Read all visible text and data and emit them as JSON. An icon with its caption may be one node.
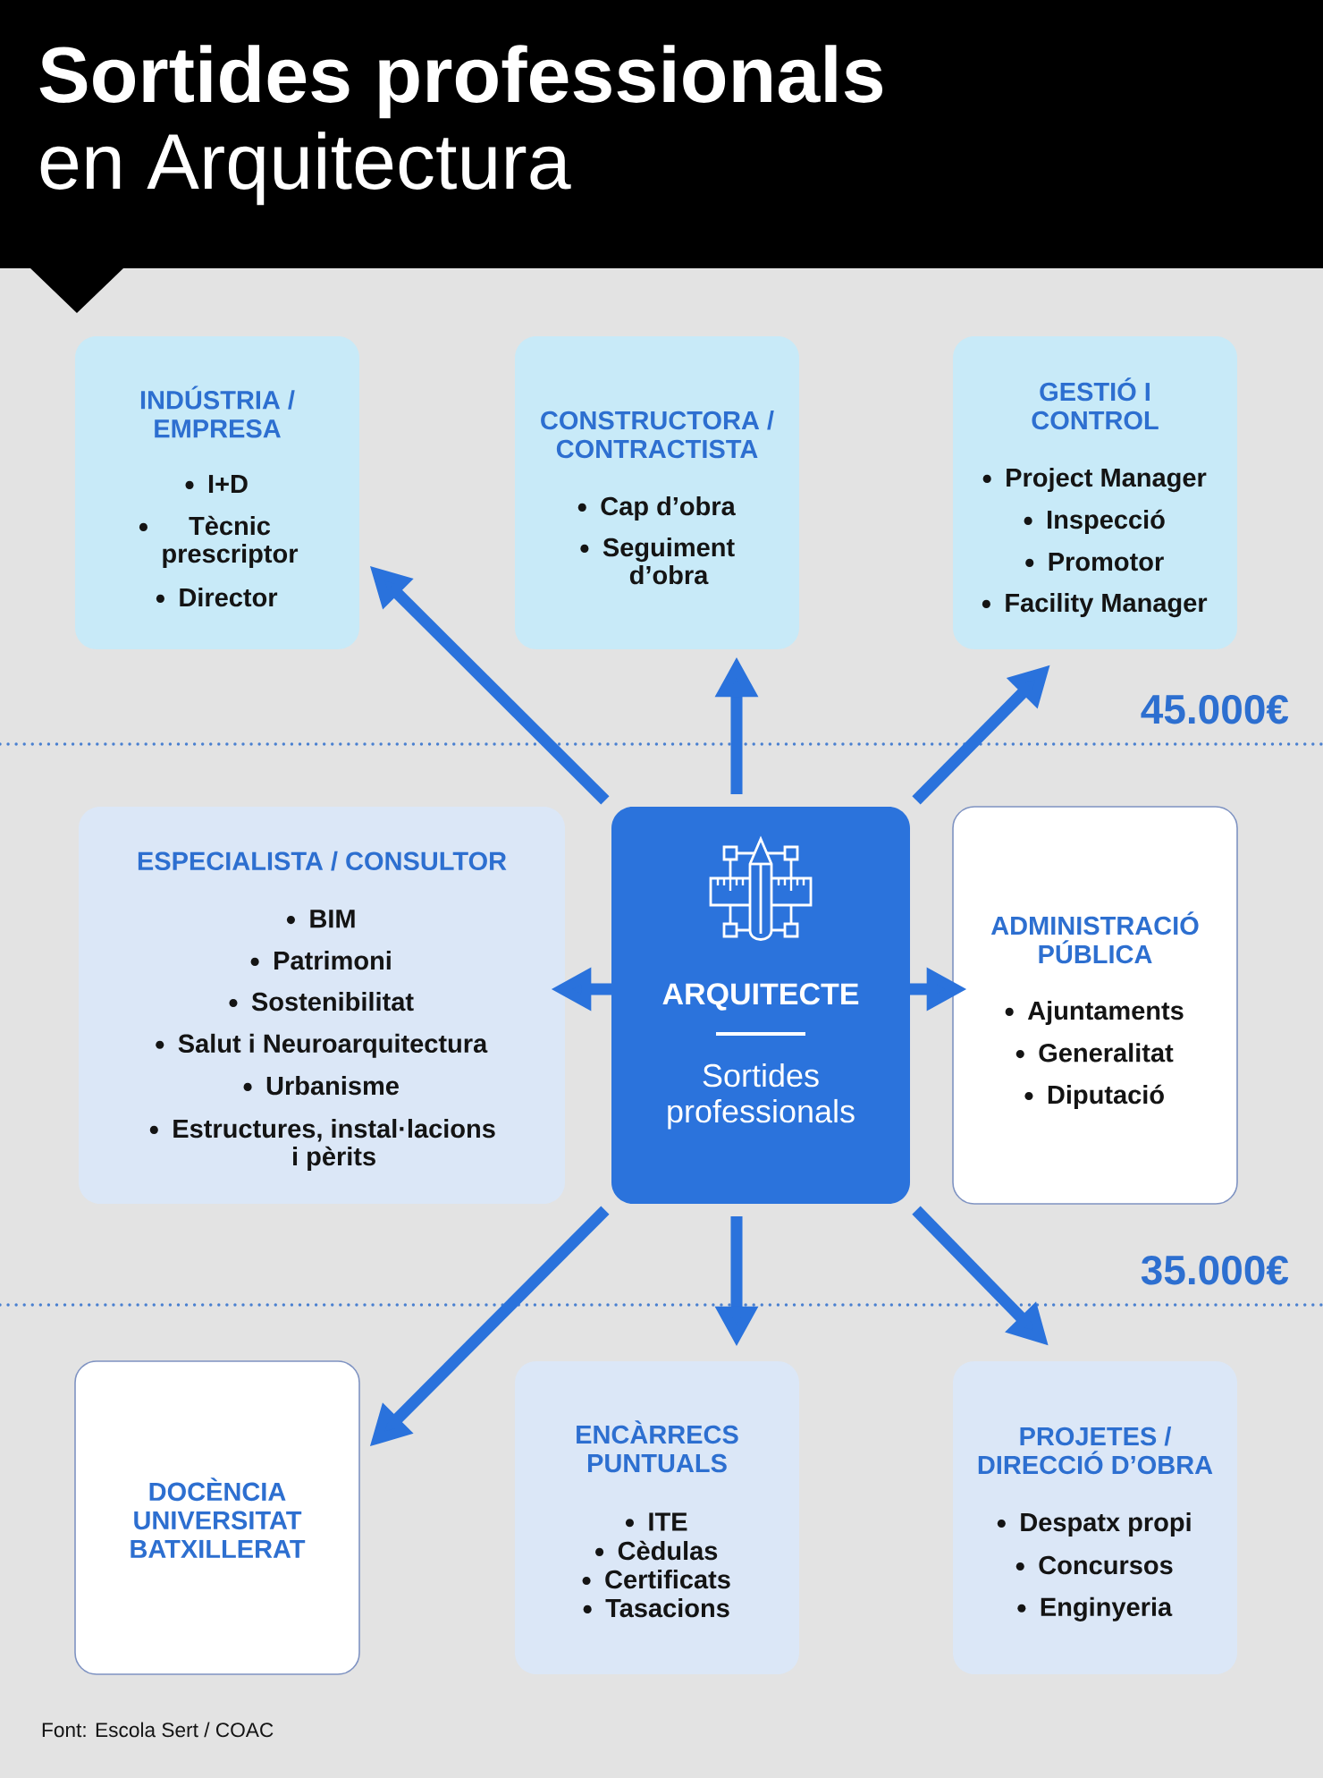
{
  "diagram": {
    "title": "**Sortides professionals** en Arquitectura",
    "nodes": [
      {
        "text": [
          "INDÚSTRIA / EMPRESA",
          "I+D",
          "Tècnic prescriptor",
          "Director"
        ]
      },
      {
        "text": [
          "CONSTRUCTORA / CONTRACTISTA",
          "Cap d’obra",
          "Seguiment d’obra"
        ]
      },
      {
        "text": [
          "GESTIÓ I CONTROL",
          "Project Manager",
          "Inspecció",
          "Promotor",
          "Facility Manager"
        ]
      },
      {
        "text": [
          "ESPECIALISTA / CONSULTOR",
          "BIM",
          "Patrimoni",
          "Sostenibilitat",
          "Salut i Neuroarquitectura",
          "Urbanisme",
          "Estructures, instal·lacions i pèrits"
        ]
      },
      {
        "text": [
          "ARQUITECTE",
          "Sortides professionals"
        ]
      },
      {
        "text": [
          "ADMINISTRACIÓ PÚBLICA",
          "Ajuntaments",
          "Generalitat",
          "Diputació"
        ]
      },
      {
        "text": [
          "DOCÈNCIA UNIVERSITAT BATXILLERAT"
        ]
      },
      {
        "text": [
          "ENCÀRRECS PUNTUALS",
          "ITE",
          "Cèdulas",
          "Certificats",
          "Tasacions"
        ]
      },
      {
        "text": [
          "PROJETES / DIRECCIÓ D’OBRA",
          "Despatx propi",
          "Concursos",
          "Enginyeria"
        ]
      }
    ],
    "edges": [
      {
        "from": 4,
        "to": 0,
        "arrow": "to"
      },
      {
        "from": 4,
        "to": 1,
        "arrow": "to"
      },
      {
        "from": 4,
        "to": 2,
        "arrow": "to"
      },
      {
        "from": 4,
        "to": 3,
        "arrow": "to"
      },
      {
        "from": 4,
        "to": 5,
        "arrow": "to"
      },
      {
        "from": 4,
        "to": 6,
        "arrow": "to"
      },
      {
        "from": 4,
        "to": 7,
        "arrow": "to"
      },
      {
        "from": 4,
        "to": 8,
        "arrow": "to"
      }
    ],
    "labels": [
      "45.000€",
      "35.000€",
      "Font: Escola Sert / COAC"
    ]
  }
}
